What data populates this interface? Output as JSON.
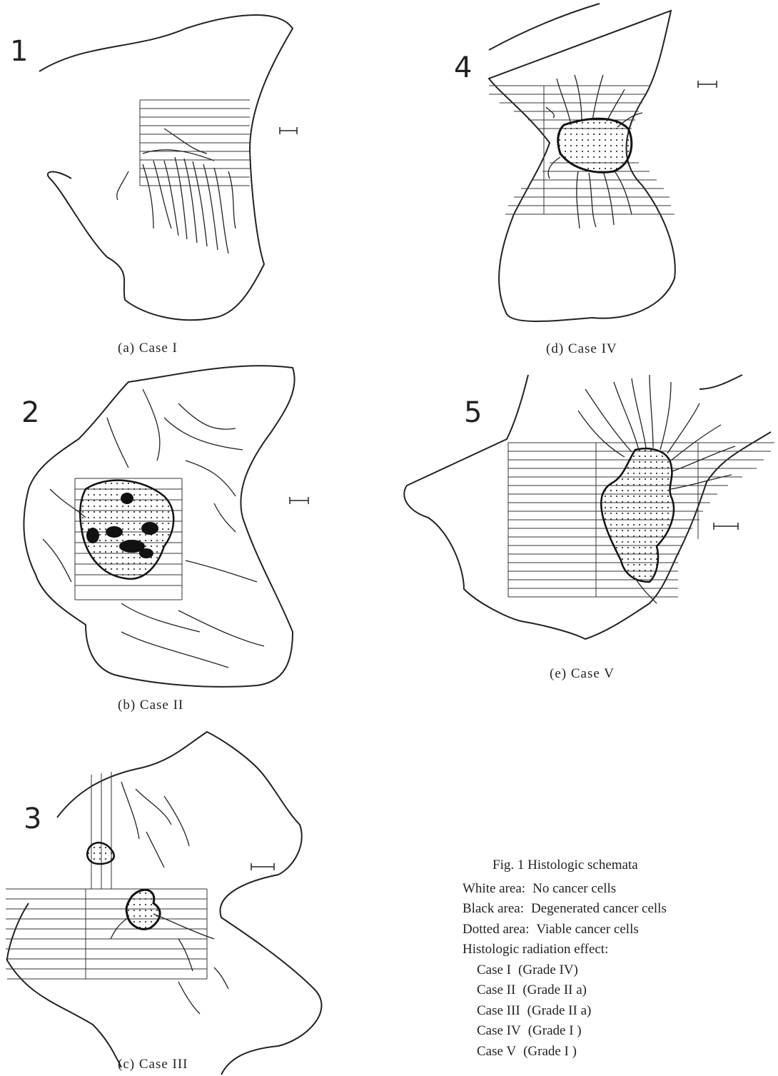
{
  "panels": [
    {
      "number": "1",
      "caption": "(a)  Case  I"
    },
    {
      "number": "2",
      "caption": "(b)  Case  II"
    },
    {
      "number": "3",
      "caption": "(c)  Case  III"
    },
    {
      "number": "4",
      "caption": "(d)  Case  IV"
    },
    {
      "number": "5",
      "caption": "(e)  Case  V"
    }
  ],
  "legend": {
    "title": "Fig. 1   Histologic schemata",
    "rows": [
      {
        "label": "White area:",
        "value": "No cancer cells"
      },
      {
        "label": "Black area:",
        "value": "Degenerated cancer cells"
      },
      {
        "label": "Dotted area:",
        "value": "Viable cancer cells"
      }
    ],
    "effect_label": "Histologic radiation effect:",
    "cases": [
      {
        "case": "Case  I",
        "grade": "(Grade IV)"
      },
      {
        "case": "Case  II",
        "grade": "(Grade  II a)"
      },
      {
        "case": "Case  III",
        "grade": "(Grade  II a)"
      },
      {
        "case": "Case  IV",
        "grade": "(Grade  I )"
      },
      {
        "case": "Case  V",
        "grade": "(Grade  I )"
      }
    ]
  }
}
